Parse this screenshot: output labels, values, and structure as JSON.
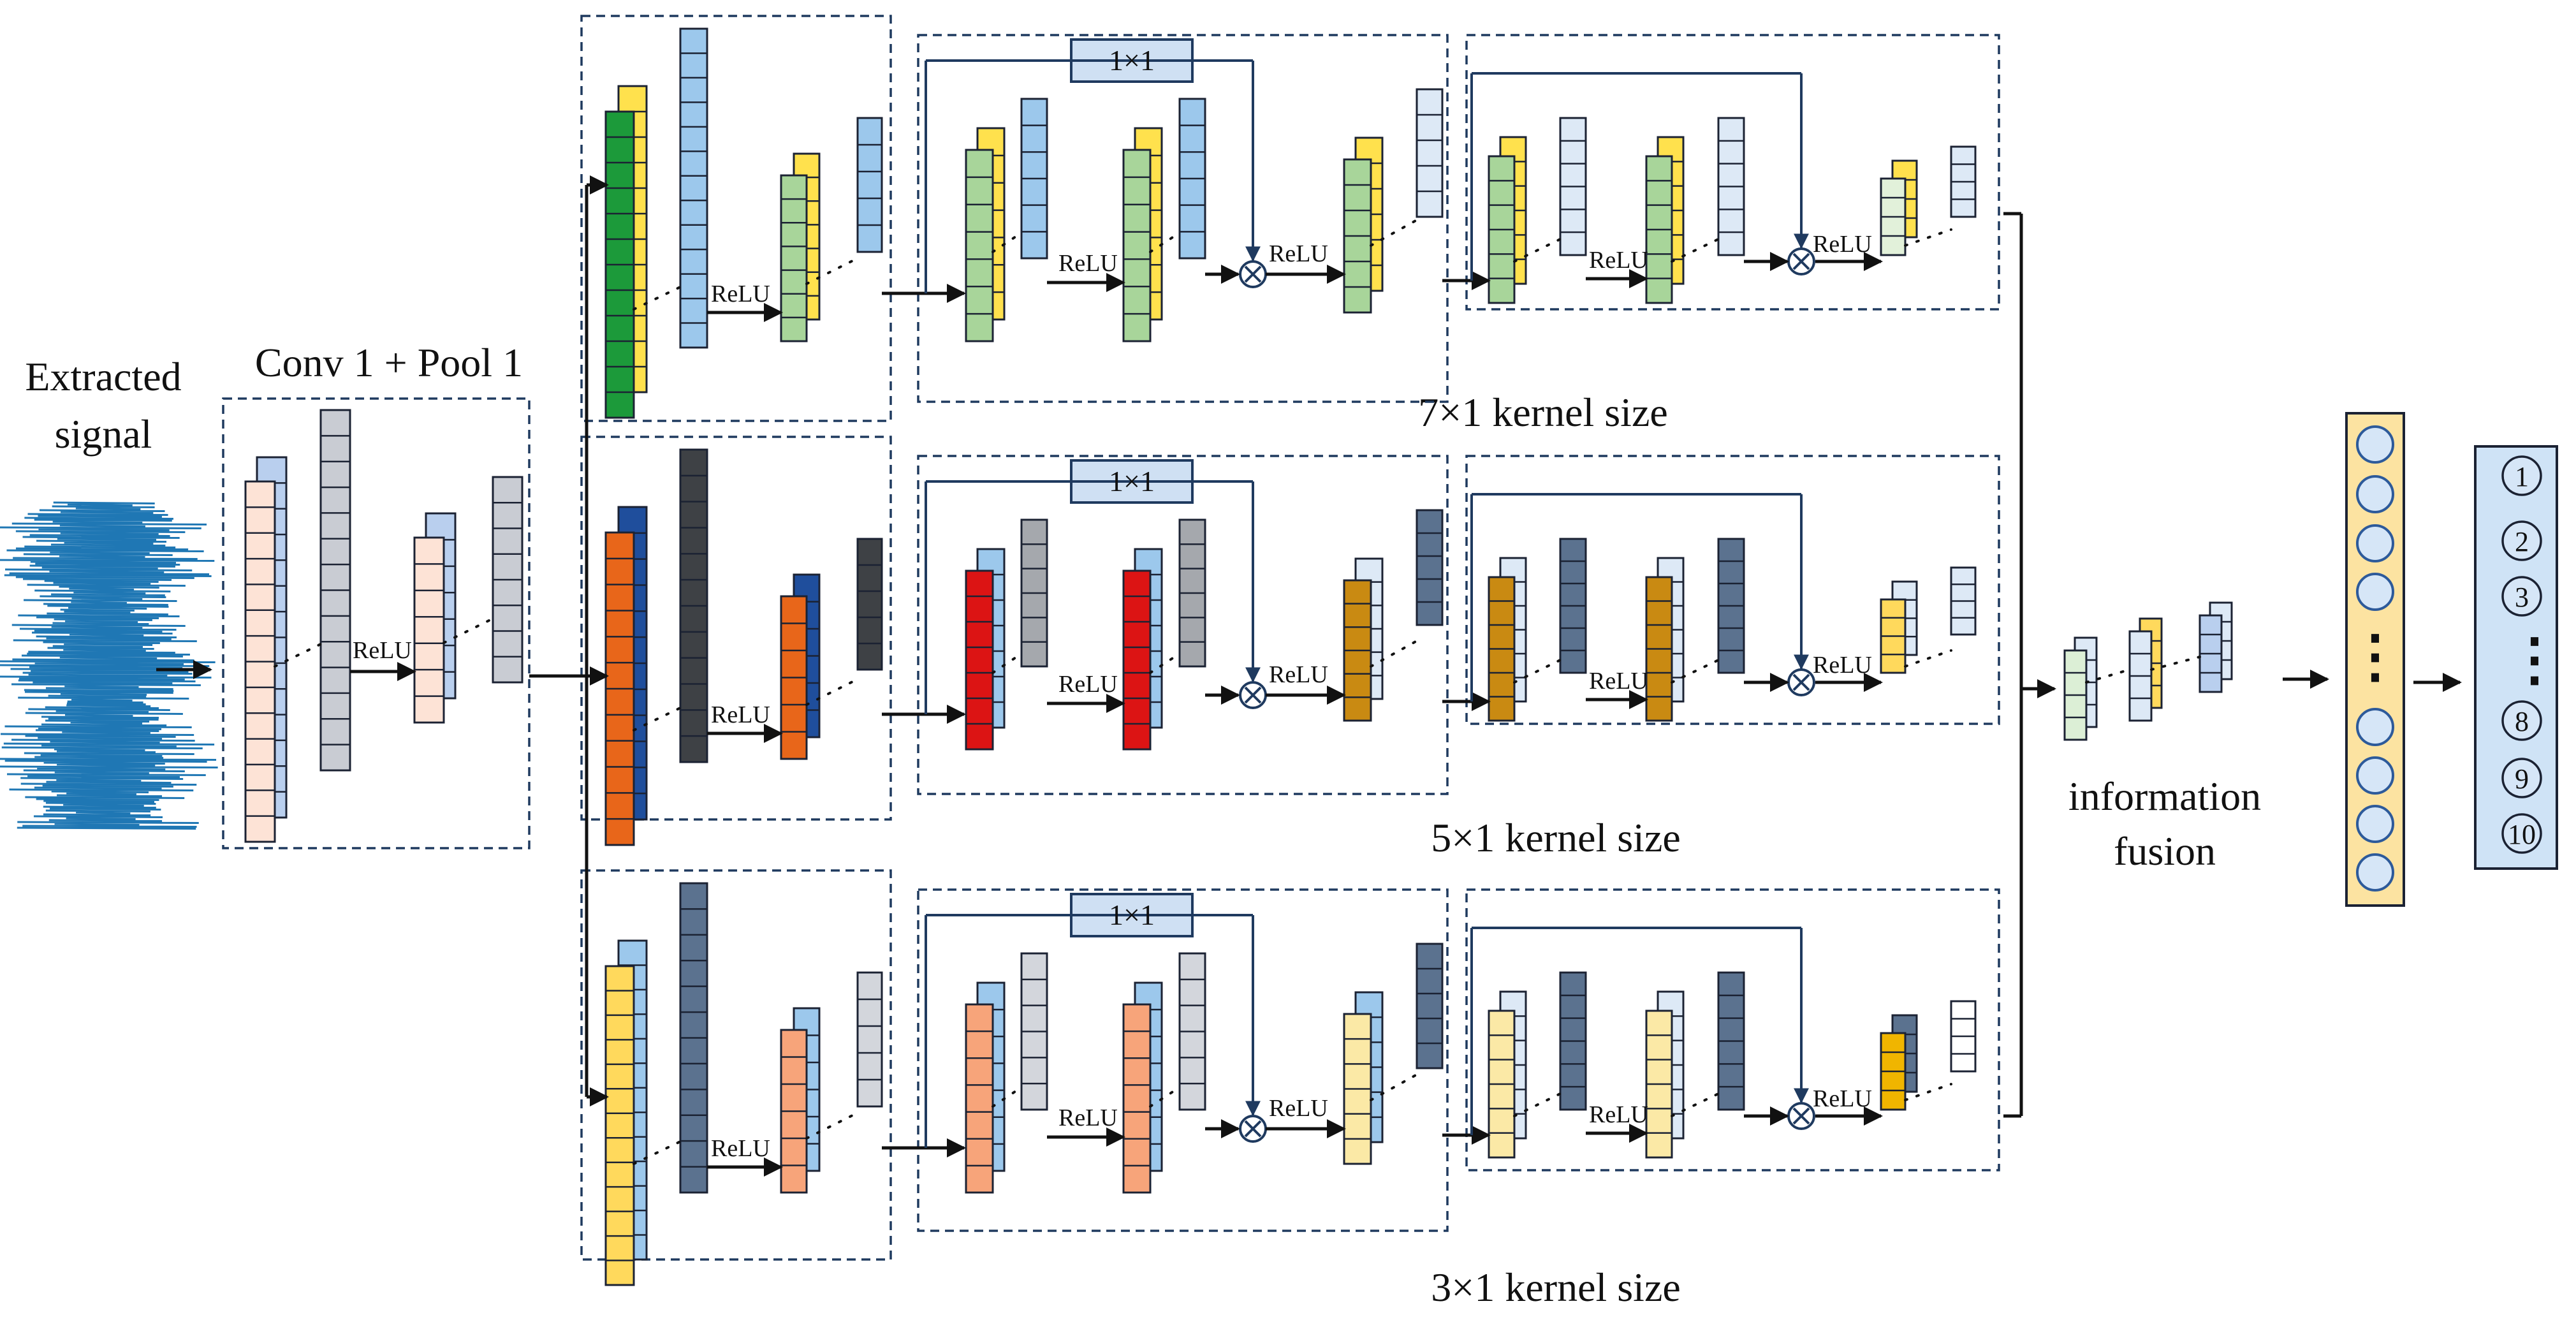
{
  "labels": {
    "input": "Extracted signal",
    "input_line1": "Extracted",
    "input_line2": "signal",
    "conv_pool": "Conv 1 + Pool 1",
    "relu": "ReLU",
    "one_by_one": "1×1",
    "branch_top": "7×1 kernel size",
    "branch_mid": "5×1 kernel size",
    "branch_bot": "3×1 kernel size",
    "fusion_line1": "information",
    "fusion_line2": "fusion",
    "ellipsis": "⋮"
  },
  "output_classes": [
    "1",
    "2",
    "3",
    "8",
    "9",
    "10"
  ],
  "colors": {
    "signal": "#1f77b4",
    "box_border": "#1f3a5f",
    "conv_peach": "#fde3d6",
    "conv_grey": "#c9ccd3",
    "conv_blue": "#b9cfee",
    "green_dark": "#1c9a3a",
    "yellow": "#ffe14d",
    "sky": "#9cc8ec",
    "green_light": "#a8d59a",
    "orange": "#e8661a",
    "navy": "#1f4e9c",
    "charcoal": "#3e4145",
    "red": "#dc1414",
    "gold": "#c98a12",
    "slate": "#5b728f",
    "amber": "#ffd95c",
    "salmon": "#f7a47a",
    "fc_bg": "#fce3a1",
    "out_bg": "#cfe3f6",
    "node": "#d6e6f7"
  },
  "icons": {
    "multiply": "circle-times-icon",
    "arrow": "arrow-right-icon"
  }
}
